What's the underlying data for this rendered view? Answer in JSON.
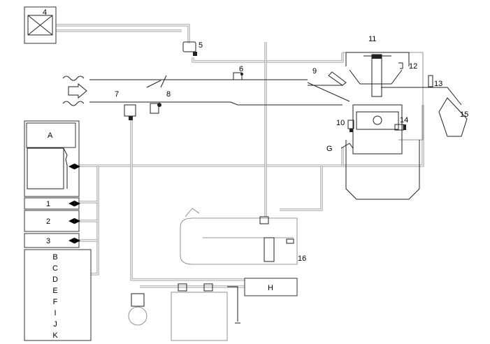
{
  "diagram": {
    "callouts": {
      "c4": "4",
      "c5": "5",
      "c6": "6",
      "c7": "7",
      "c8": "8",
      "c9": "9",
      "c10": "10",
      "c11": "11",
      "c12": "12",
      "c13": "13",
      "c14": "14",
      "c15": "15",
      "c16": "16",
      "G": "G"
    },
    "ecu_label": "A",
    "modules": [
      "1",
      "2",
      "3"
    ],
    "sensor_list": [
      "B",
      "C",
      "D",
      "E",
      "F",
      "I",
      "J",
      "K"
    ],
    "box_h": "H"
  }
}
